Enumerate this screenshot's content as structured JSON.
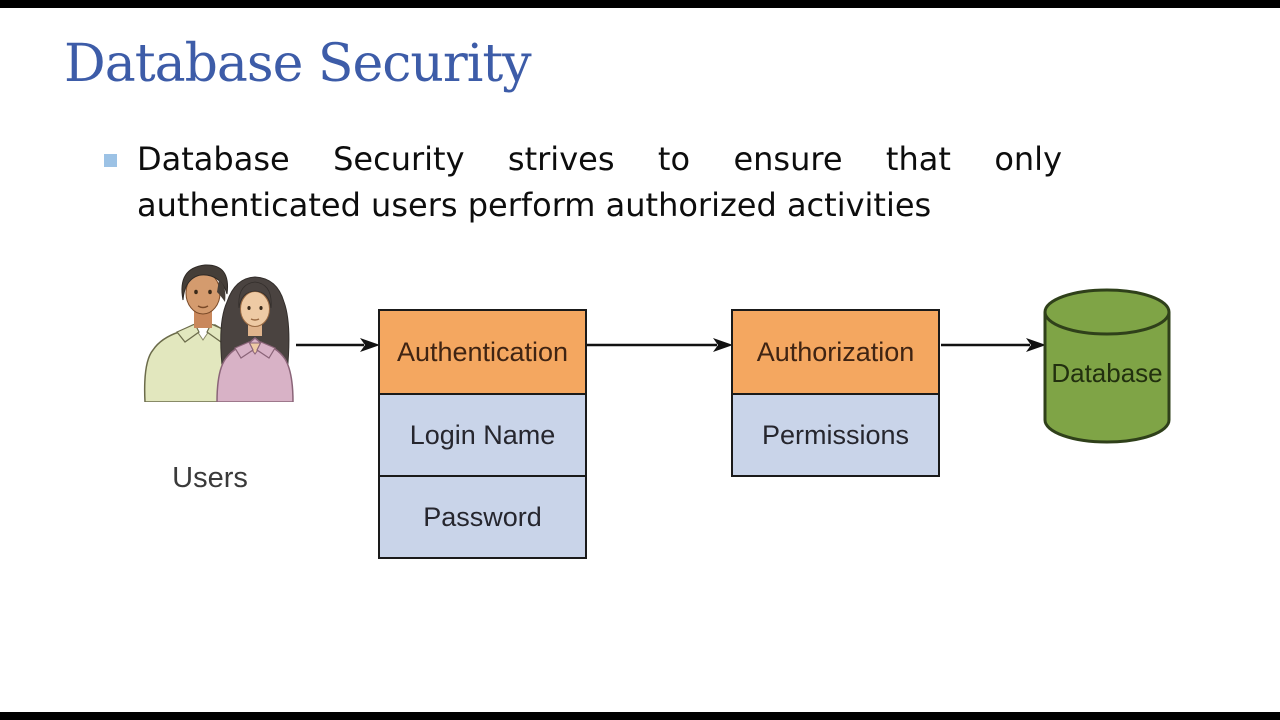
{
  "slide": {
    "title": "Database Security",
    "bullet_text": "Database Security strives to ensure that only authenticated users perform authorized activities"
  },
  "diagram": {
    "users_label": "Users",
    "authentication": {
      "header": "Authentication",
      "rows": [
        "Login Name",
        "Password"
      ]
    },
    "authorization": {
      "header": "Authorization",
      "rows": [
        "Permissions"
      ]
    },
    "database_label": "Database"
  },
  "colors": {
    "title_blue": "#3D5CA8",
    "bullet_marker_blue": "#9CC2E5",
    "body_text": "#0D0D0D",
    "box_header_orange": "#F4A760",
    "box_row_blue": "#C9D4E9",
    "box_border": "#1A1A1A",
    "cylinder_green": "#7FA446",
    "cylinder_outline": "#2F401A",
    "man_shirt_green": "#E2E7BE",
    "woman_shirt_pink": "#D8B2C6"
  }
}
